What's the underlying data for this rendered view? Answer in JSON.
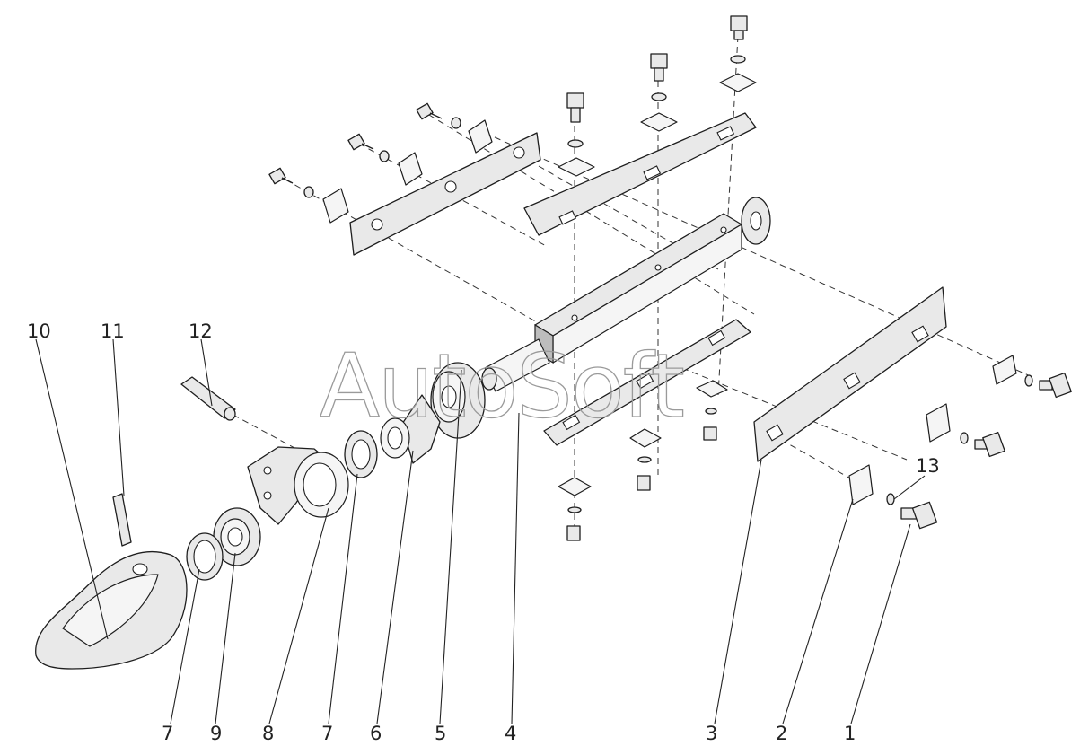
{
  "watermark": "AutoSoft",
  "callouts": [
    {
      "id": "10",
      "label": "10"
    },
    {
      "id": "11",
      "label": "11"
    },
    {
      "id": "12",
      "label": "12"
    },
    {
      "id": "13",
      "label": "13"
    },
    {
      "id": "7a",
      "label": "7"
    },
    {
      "id": "9",
      "label": "9"
    },
    {
      "id": "8",
      "label": "8"
    },
    {
      "id": "7b",
      "label": "7"
    },
    {
      "id": "6",
      "label": "6"
    },
    {
      "id": "5",
      "label": "5"
    },
    {
      "id": "4",
      "label": "4"
    },
    {
      "id": "3",
      "label": "3"
    },
    {
      "id": "2",
      "label": "2"
    },
    {
      "id": "1",
      "label": "1"
    }
  ]
}
